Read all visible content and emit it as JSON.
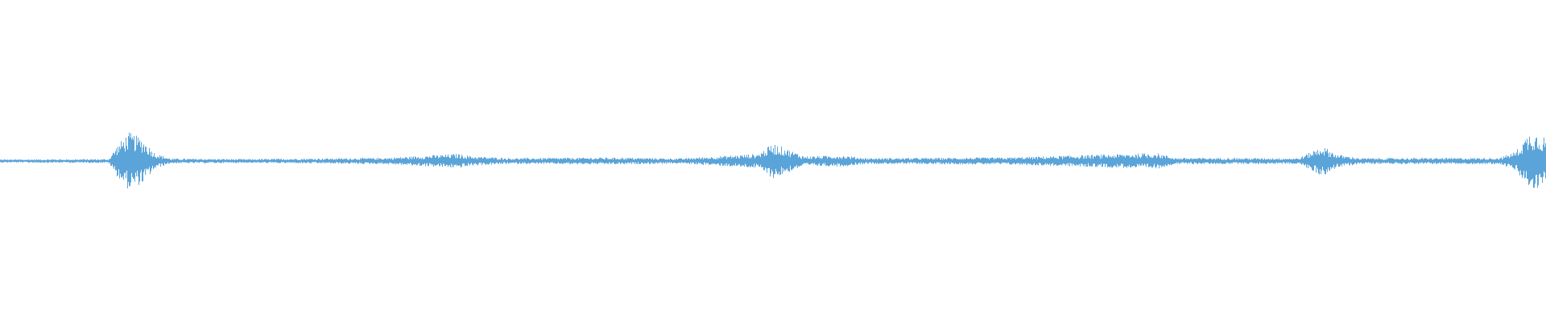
{
  "waveform": {
    "color": "#5ba4d9",
    "background": "#ffffff",
    "duration": 1,
    "amplitude_range": [
      -1,
      1
    ],
    "envelope": [
      {
        "t": 0.0,
        "a": 0.01
      },
      {
        "t": 0.07,
        "a": 0.012
      },
      {
        "t": 0.075,
        "a": 0.09
      },
      {
        "t": 0.083,
        "a": 0.18
      },
      {
        "t": 0.092,
        "a": 0.14
      },
      {
        "t": 0.1,
        "a": 0.05
      },
      {
        "t": 0.11,
        "a": 0.015
      },
      {
        "t": 0.16,
        "a": 0.012
      },
      {
        "t": 0.25,
        "a": 0.02
      },
      {
        "t": 0.296,
        "a": 0.045
      },
      {
        "t": 0.305,
        "a": 0.03
      },
      {
        "t": 0.33,
        "a": 0.018
      },
      {
        "t": 0.4,
        "a": 0.022
      },
      {
        "t": 0.44,
        "a": 0.016
      },
      {
        "t": 0.49,
        "a": 0.045
      },
      {
        "t": 0.5,
        "a": 0.11
      },
      {
        "t": 0.508,
        "a": 0.08
      },
      {
        "t": 0.52,
        "a": 0.03
      },
      {
        "t": 0.545,
        "a": 0.035
      },
      {
        "t": 0.56,
        "a": 0.018
      },
      {
        "t": 0.65,
        "a": 0.022
      },
      {
        "t": 0.748,
        "a": 0.05
      },
      {
        "t": 0.76,
        "a": 0.02
      },
      {
        "t": 0.84,
        "a": 0.018
      },
      {
        "t": 0.848,
        "a": 0.06
      },
      {
        "t": 0.855,
        "a": 0.095
      },
      {
        "t": 0.865,
        "a": 0.04
      },
      {
        "t": 0.88,
        "a": 0.018
      },
      {
        "t": 0.97,
        "a": 0.02
      },
      {
        "t": 0.98,
        "a": 0.06
      },
      {
        "t": 0.99,
        "a": 0.19
      },
      {
        "t": 1.0,
        "a": 0.15
      }
    ]
  }
}
